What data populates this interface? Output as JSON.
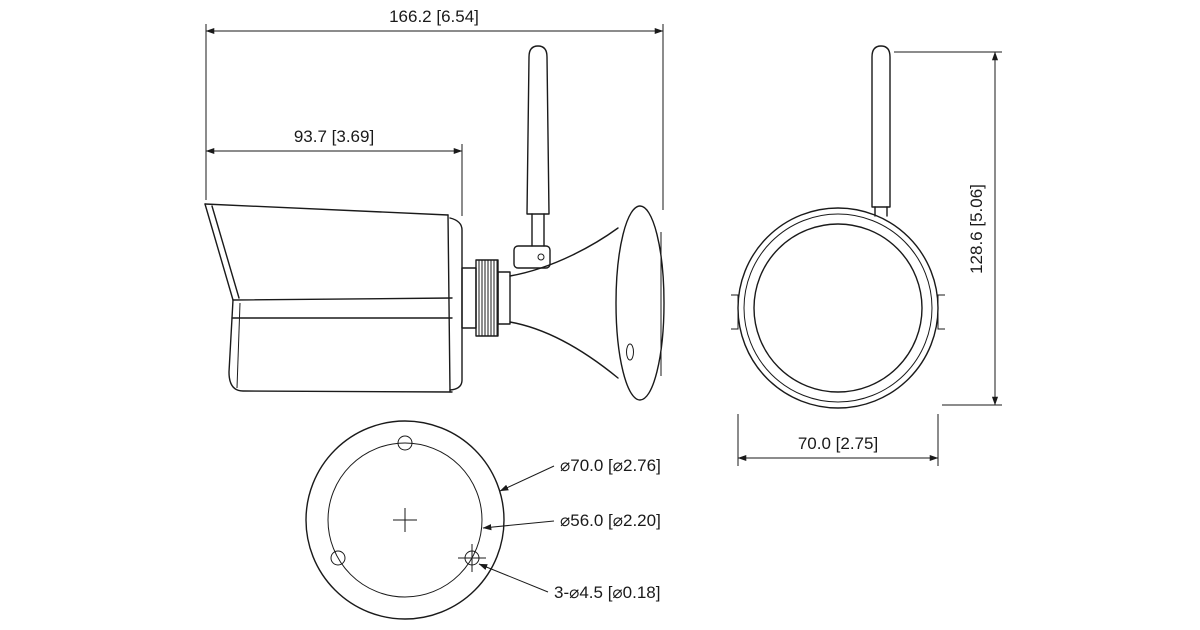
{
  "drawing": {
    "dims": {
      "overall_length": "166.2 [6.54]",
      "body_length": "93.7 [3.69]",
      "overall_height": "128.6 [5.06]",
      "front_diameter": "70.0 [2.75]"
    },
    "callouts": {
      "base_outer_diameter": "⌀70.0 [⌀2.76]",
      "base_bolt_circle": "⌀56.0 [⌀2.20]",
      "mounting_holes": "3-⌀4.5 [⌀0.18]"
    },
    "colors": {
      "line": "#1a1a1a",
      "background": "#ffffff"
    }
  }
}
